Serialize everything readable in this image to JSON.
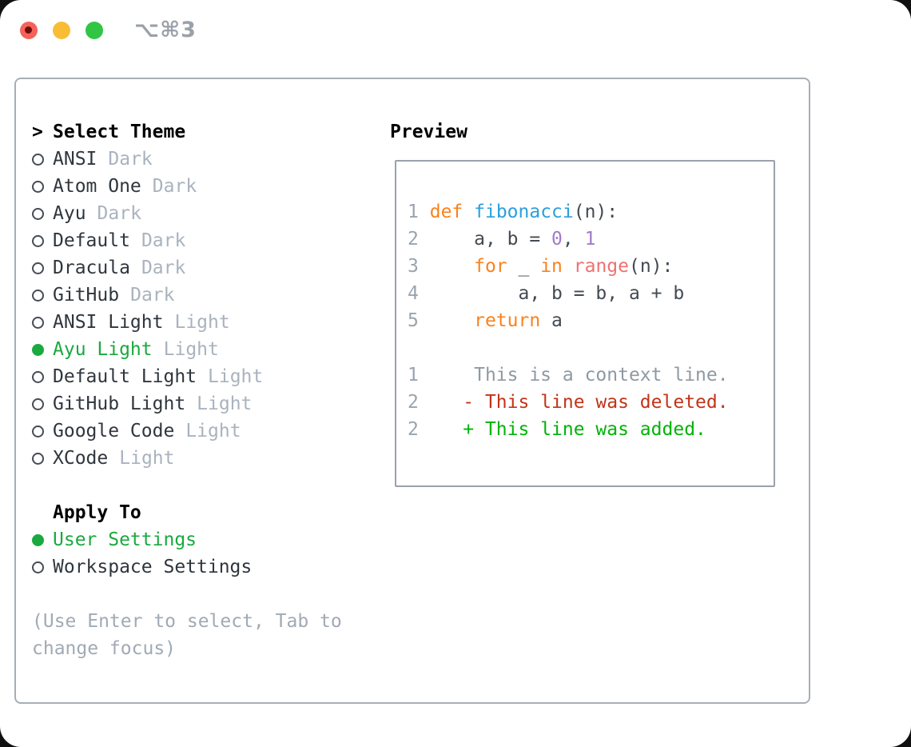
{
  "window": {
    "shortcut_title": "⌥⌘3",
    "traffic_lights": [
      "close",
      "minimize",
      "zoom"
    ]
  },
  "colors": {
    "selection_green": "#1aa93e",
    "added_green": "#00b307",
    "deleted_red": "#c23418",
    "context_gray": "#8f99a3",
    "keyword_orange": "#f9821d",
    "function_blue": "#2aa0dc",
    "number_purple": "#a37acc",
    "call_coral": "#f07171",
    "muted_gray": "#a9b3be",
    "panel_border": "#a7aeb6",
    "traffic_red": "#f4635a",
    "traffic_yellow": "#f9bd35",
    "traffic_green": "#31c546"
  },
  "theme_panel": {
    "prompt": ">",
    "header": "Select Theme",
    "themes": [
      {
        "name": "ANSI",
        "variant": "Dark",
        "selected": false
      },
      {
        "name": "Atom One",
        "variant": "Dark",
        "selected": false
      },
      {
        "name": "Ayu",
        "variant": "Dark",
        "selected": false
      },
      {
        "name": "Default",
        "variant": "Dark",
        "selected": false
      },
      {
        "name": "Dracula",
        "variant": "Dark",
        "selected": false
      },
      {
        "name": "GitHub",
        "variant": "Dark",
        "selected": false
      },
      {
        "name": "ANSI Light",
        "variant": "Light",
        "selected": false
      },
      {
        "name": "Ayu Light",
        "variant": "Light",
        "selected": true
      },
      {
        "name": "Default Light",
        "variant": "Light",
        "selected": false
      },
      {
        "name": "GitHub Light",
        "variant": "Light",
        "selected": false
      },
      {
        "name": "Google Code",
        "variant": "Light",
        "selected": false
      },
      {
        "name": "XCode",
        "variant": "Light",
        "selected": false
      }
    ],
    "apply_to": {
      "header": "Apply To",
      "options": [
        {
          "name": "User Settings",
          "selected": true
        },
        {
          "name": "Workspace Settings",
          "selected": false
        }
      ]
    },
    "hint_line1": "(Use Enter to select, Tab to",
    "hint_line2": "change focus)"
  },
  "preview": {
    "header": "Preview",
    "lines": [
      [
        [
          "ln",
          "1"
        ],
        [
          "pl",
          " "
        ],
        [
          "kw",
          "def"
        ],
        [
          "pl",
          " "
        ],
        [
          "fn",
          "fibonacci"
        ],
        [
          "pl",
          "(n):"
        ]
      ],
      [
        [
          "ln",
          "2"
        ],
        [
          "pl",
          "     a, b = "
        ],
        [
          "pn",
          "0"
        ],
        [
          "pl",
          ", "
        ],
        [
          "pn",
          "1"
        ]
      ],
      [
        [
          "ln",
          "3"
        ],
        [
          "pl",
          "     "
        ],
        [
          "kw",
          "for"
        ],
        [
          "pl",
          " _ "
        ],
        [
          "kw",
          "in"
        ],
        [
          "pl",
          " "
        ],
        [
          "fc",
          "range"
        ],
        [
          "pl",
          "(n):"
        ]
      ],
      [
        [
          "ln",
          "4"
        ],
        [
          "pl",
          "         a, b = b, a + b"
        ]
      ],
      [
        [
          "ln",
          "5"
        ],
        [
          "pl",
          "     "
        ],
        [
          "kw",
          "return"
        ],
        [
          "pl",
          " a"
        ]
      ],
      [],
      [
        [
          "ln",
          "1"
        ],
        [
          "ctx",
          "     This is a context line."
        ]
      ],
      [
        [
          "ln",
          "2"
        ],
        [
          "del",
          "    - This line was deleted."
        ]
      ],
      [
        [
          "ln",
          "2"
        ],
        [
          "add",
          "    + This line was added."
        ]
      ]
    ]
  }
}
